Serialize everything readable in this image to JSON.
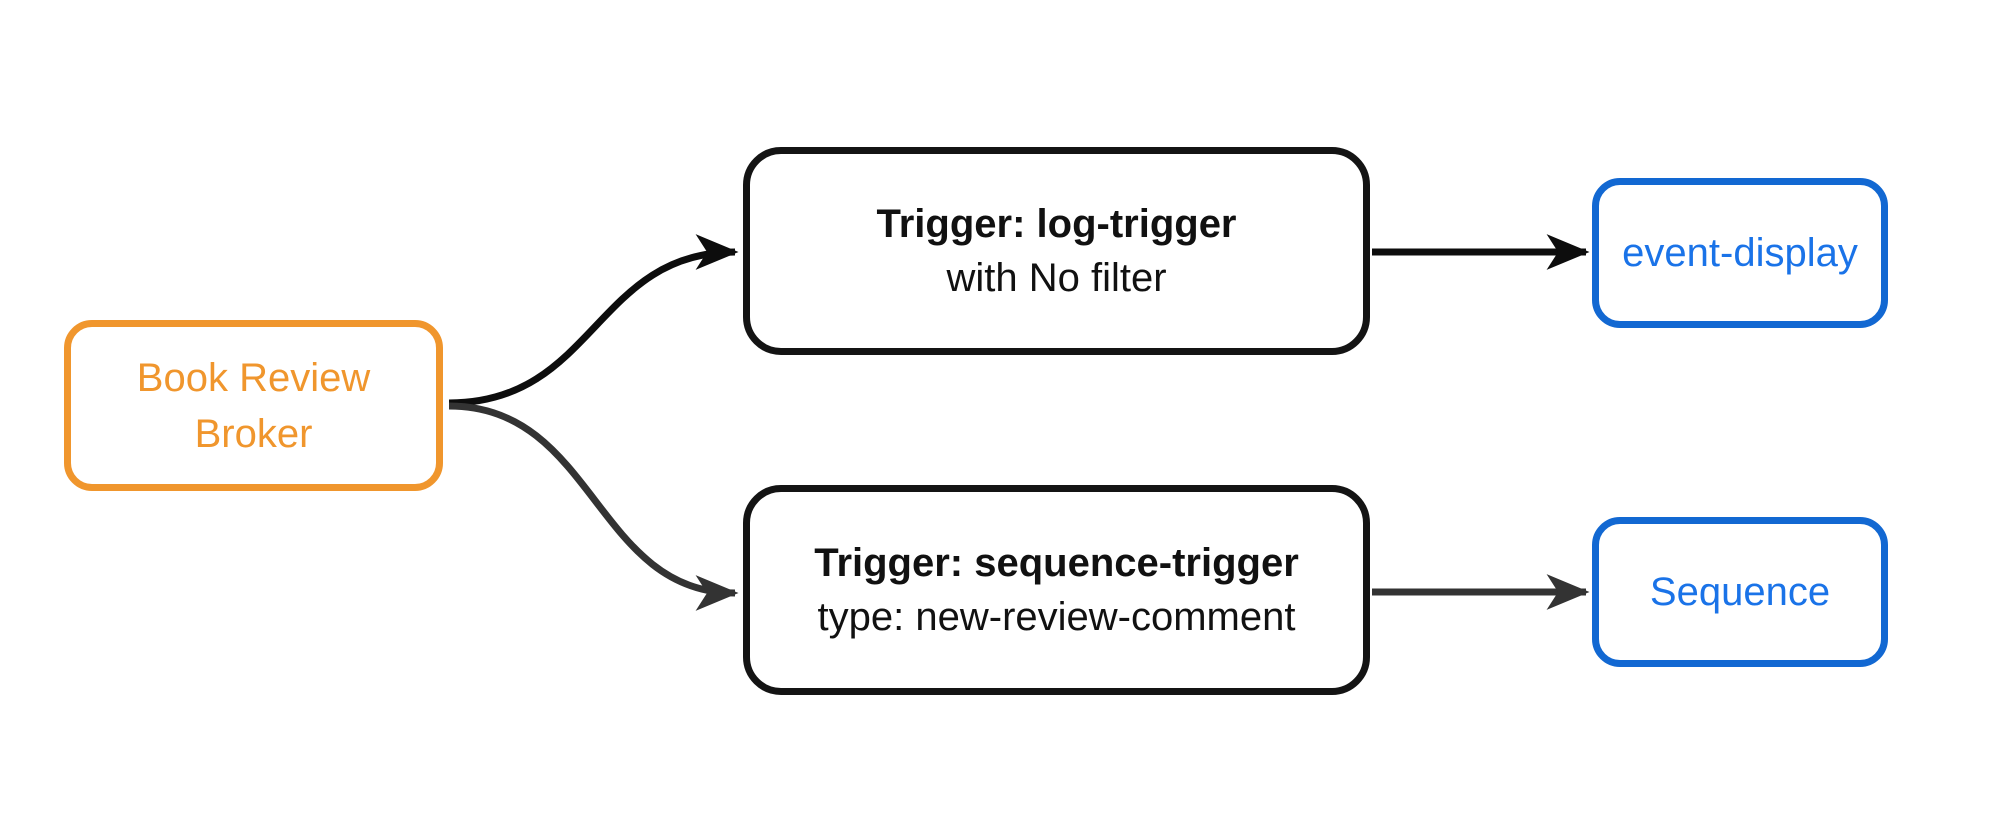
{
  "diagram": {
    "type": "flowchart",
    "background_color": "#ffffff",
    "nodes": {
      "broker": {
        "label": "Book Review Broker",
        "accent_color": "#f0962d",
        "shape": "rounded-rectangle"
      },
      "trigger_log": {
        "title": "Trigger: log-trigger",
        "subtitle": "with No filter",
        "accent_color": "#141414",
        "shape": "rounded-rectangle"
      },
      "trigger_sequence": {
        "title": "Trigger: sequence-trigger",
        "subtitle": "type: new-review-comment",
        "accent_color": "#141414",
        "shape": "rounded-rectangle"
      },
      "event_display": {
        "label": "event-display",
        "accent_color": "#1a73e8",
        "border_color": "#1268d2",
        "shape": "rounded-rectangle"
      },
      "sequence": {
        "label": "Sequence",
        "accent_color": "#1a73e8",
        "border_color": "#1268d2",
        "shape": "rounded-rectangle"
      }
    },
    "edges": [
      {
        "from": "broker",
        "to": "trigger_log",
        "style": "curved",
        "color": "#0d0d0d",
        "arrowhead": "barbed"
      },
      {
        "from": "broker",
        "to": "trigger_sequence",
        "style": "curved",
        "color": "#333333",
        "arrowhead": "barbed"
      },
      {
        "from": "trigger_log",
        "to": "event_display",
        "style": "straight",
        "color": "#0d0d0d",
        "arrowhead": "barbed"
      },
      {
        "from": "trigger_sequence",
        "to": "sequence",
        "style": "straight",
        "color": "#333333",
        "arrowhead": "barbed"
      }
    ]
  }
}
